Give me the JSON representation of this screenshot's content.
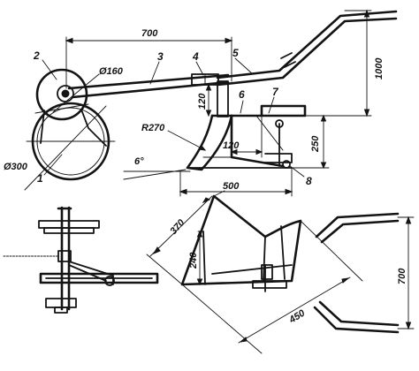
{
  "figure": {
    "dimensions": {
      "overall_length": "700",
      "handle_height": "1000",
      "wheel_diameter": "Ø300",
      "hub_diameter": "Ø160",
      "mount_height": "120",
      "share_radius": "R270",
      "share_angle": "6°",
      "tine_spacing": "120",
      "depth_height": "250",
      "base_length": "500",
      "blade_width": "370",
      "blade_height": "240",
      "blade_length": "450",
      "handle_spread": "700"
    },
    "callouts": [
      "1",
      "2",
      "3",
      "4",
      "5",
      "6",
      "7",
      "8"
    ]
  }
}
